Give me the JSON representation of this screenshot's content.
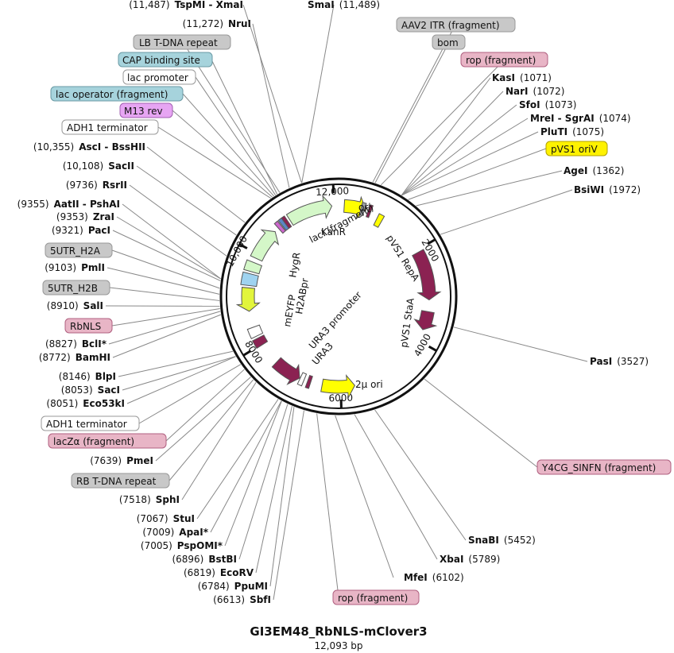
{
  "title": "GI3EM48_RbNLS-mClover3",
  "length_label": "12,093 bp",
  "total_bp": 12093,
  "colors": {
    "gray_box": "#c8c8c8",
    "blue_box": "#a6d3dc",
    "pink_box": "#e8b5c6",
    "violet_box": "#e7a5f3",
    "yellow_box": "#fff200",
    "white_box": "#ffffff",
    "maroon_feature": "#8b2252",
    "green_feature": "#d4f7c8",
    "lime_feature": "#e2f53c",
    "yellow_feature": "#ffff00",
    "light_blue_feature": "#9fd3f0"
  },
  "ticks": [
    {
      "bp": 12000,
      "label": "12,000"
    },
    {
      "bp": 2000,
      "label": "2000"
    },
    {
      "bp": 4000,
      "label": "4000"
    },
    {
      "bp": 6000,
      "label": "6000"
    },
    {
      "bp": 8000,
      "label": "8000"
    },
    {
      "bp": 10000,
      "label": "10,000"
    }
  ],
  "features": [
    {
      "name": "KanR",
      "start": 11000,
      "end": 11950,
      "dir": 1,
      "color": "#d4f7c8"
    },
    {
      "name": "ori",
      "start": 120,
      "end": 590,
      "dir": 1,
      "color": "#ffff00"
    },
    {
      "name": "pVS1 RepA",
      "start": 2050,
      "end": 3100,
      "dir": 1,
      "color": "#8b2252"
    },
    {
      "name": "pVS1 StaA",
      "start": 3350,
      "end": 3750,
      "dir": 1,
      "color": "#8b2252"
    },
    {
      "name": "2μ ori",
      "start": 5700,
      "end": 6400,
      "dir": -1,
      "color": "#ffff00"
    },
    {
      "name": "URA3",
      "start": 6900,
      "end": 7500,
      "dir": -1,
      "color": "#8b2252"
    },
    {
      "name": "mEYFP",
      "start": 8750,
      "end": 9250,
      "dir": -1,
      "color": "#e2f53c"
    },
    {
      "name": "HygR",
      "start": 9900,
      "end": 10600,
      "dir": 1,
      "color": "#d4f7c8"
    }
  ],
  "inner_labels": [
    {
      "text": "KanR"
    },
    {
      "text": "ori"
    },
    {
      "text": "lacI (fragment)"
    },
    {
      "text": "pVS1 RepA"
    },
    {
      "text": "pVS1 StaA"
    },
    {
      "text": "2μ ori"
    },
    {
      "text": "URA3 promoter"
    },
    {
      "text": "URA3"
    },
    {
      "text": "mEYFP"
    },
    {
      "text": "H2ABpr"
    },
    {
      "text": "HygR"
    }
  ],
  "enzymes_top": [
    {
      "num": "(11,487)",
      "name": "TspMI - XmaI"
    },
    {
      "num": "(11,272)",
      "name": "NruI"
    },
    {
      "name": "SmaI",
      "num": "(11,489)"
    }
  ],
  "enzymes_right": [
    {
      "name": "KasI",
      "num": "(1071)"
    },
    {
      "name": "NarI",
      "num": "(1072)"
    },
    {
      "name": "SfoI",
      "num": "(1073)"
    },
    {
      "name": "MreI - SgrAI",
      "num": "(1074)"
    },
    {
      "name": "PluTI",
      "num": "(1075)"
    },
    {
      "name": "AgeI",
      "num": "(1362)"
    },
    {
      "name": "BsiWI",
      "num": "(1972)"
    },
    {
      "name": "PasI",
      "num": "(3527)"
    },
    {
      "name": "SnaBI",
      "num": "(5452)"
    },
    {
      "name": "XbaI",
      "num": "(5789)"
    },
    {
      "name": "MfeI",
      "num": "(6102)"
    }
  ],
  "enzymes_left": [
    {
      "num": "(10,355)",
      "name": "AscI - BssHII"
    },
    {
      "num": "(10,108)",
      "name": "SacII"
    },
    {
      "num": "(9736)",
      "name": "RsrII"
    },
    {
      "num": "(9355)",
      "name": "AatII - PshAI"
    },
    {
      "num": "(9353)",
      "name": "ZraI"
    },
    {
      "num": "(9321)",
      "name": "PacI"
    },
    {
      "num": "(9103)",
      "name": "PmlI"
    },
    {
      "num": "(8910)",
      "name": "SalI"
    },
    {
      "num": "(8827)",
      "name": "BclI*"
    },
    {
      "num": "(8772)",
      "name": "BamHI"
    },
    {
      "num": "(8146)",
      "name": "BlpI"
    },
    {
      "num": "(8053)",
      "name": "SacI"
    },
    {
      "num": "(8051)",
      "name": "Eco53kI"
    },
    {
      "num": "(7639)",
      "name": "PmeI"
    },
    {
      "num": "(7518)",
      "name": "SphI"
    },
    {
      "num": "(7067)",
      "name": "StuI"
    },
    {
      "num": "(7009)",
      "name": "ApaI*"
    },
    {
      "num": "(7005)",
      "name": "PspOMI*"
    },
    {
      "num": "(6896)",
      "name": "BstBI"
    },
    {
      "num": "(6819)",
      "name": "EcoRV"
    },
    {
      "num": "(6784)",
      "name": "PpuMI"
    },
    {
      "num": "(6613)",
      "name": "SbfI"
    }
  ],
  "boxes": [
    {
      "text": "LB T-DNA repeat",
      "color": "#c8c8c8"
    },
    {
      "text": "CAP binding site",
      "color": "#a6d3dc"
    },
    {
      "text": "lac promoter",
      "color": "#ffffff"
    },
    {
      "text": "lac operator (fragment)",
      "color": "#a6d3dc"
    },
    {
      "text": "M13 rev",
      "color": "#e7a5f3"
    },
    {
      "text": "ADH1 terminator",
      "color": "#ffffff"
    },
    {
      "text": "5UTR_H2A",
      "color": "#c8c8c8"
    },
    {
      "text": "5UTR_H2B",
      "color": "#c8c8c8"
    },
    {
      "text": "RbNLS",
      "color": "#e8b5c6"
    },
    {
      "text": "ADH1 terminator",
      "color": "#ffffff"
    },
    {
      "text": "lacZα (fragment)",
      "color": "#e8b5c6"
    },
    {
      "text": "RB T-DNA repeat",
      "color": "#c8c8c8"
    },
    {
      "text": "AAV2 ITR (fragment)",
      "color": "#c8c8c8"
    },
    {
      "text": "bom",
      "color": "#c8c8c8"
    },
    {
      "text": "rop (fragment)",
      "color": "#e8b5c6"
    },
    {
      "text": "pVS1 oriV",
      "color": "#fff200"
    },
    {
      "text": "Y4CG_SINFN (fragment)",
      "color": "#e8b5c6"
    },
    {
      "text": "rop (fragment)",
      "color": "#e8b5c6"
    }
  ]
}
